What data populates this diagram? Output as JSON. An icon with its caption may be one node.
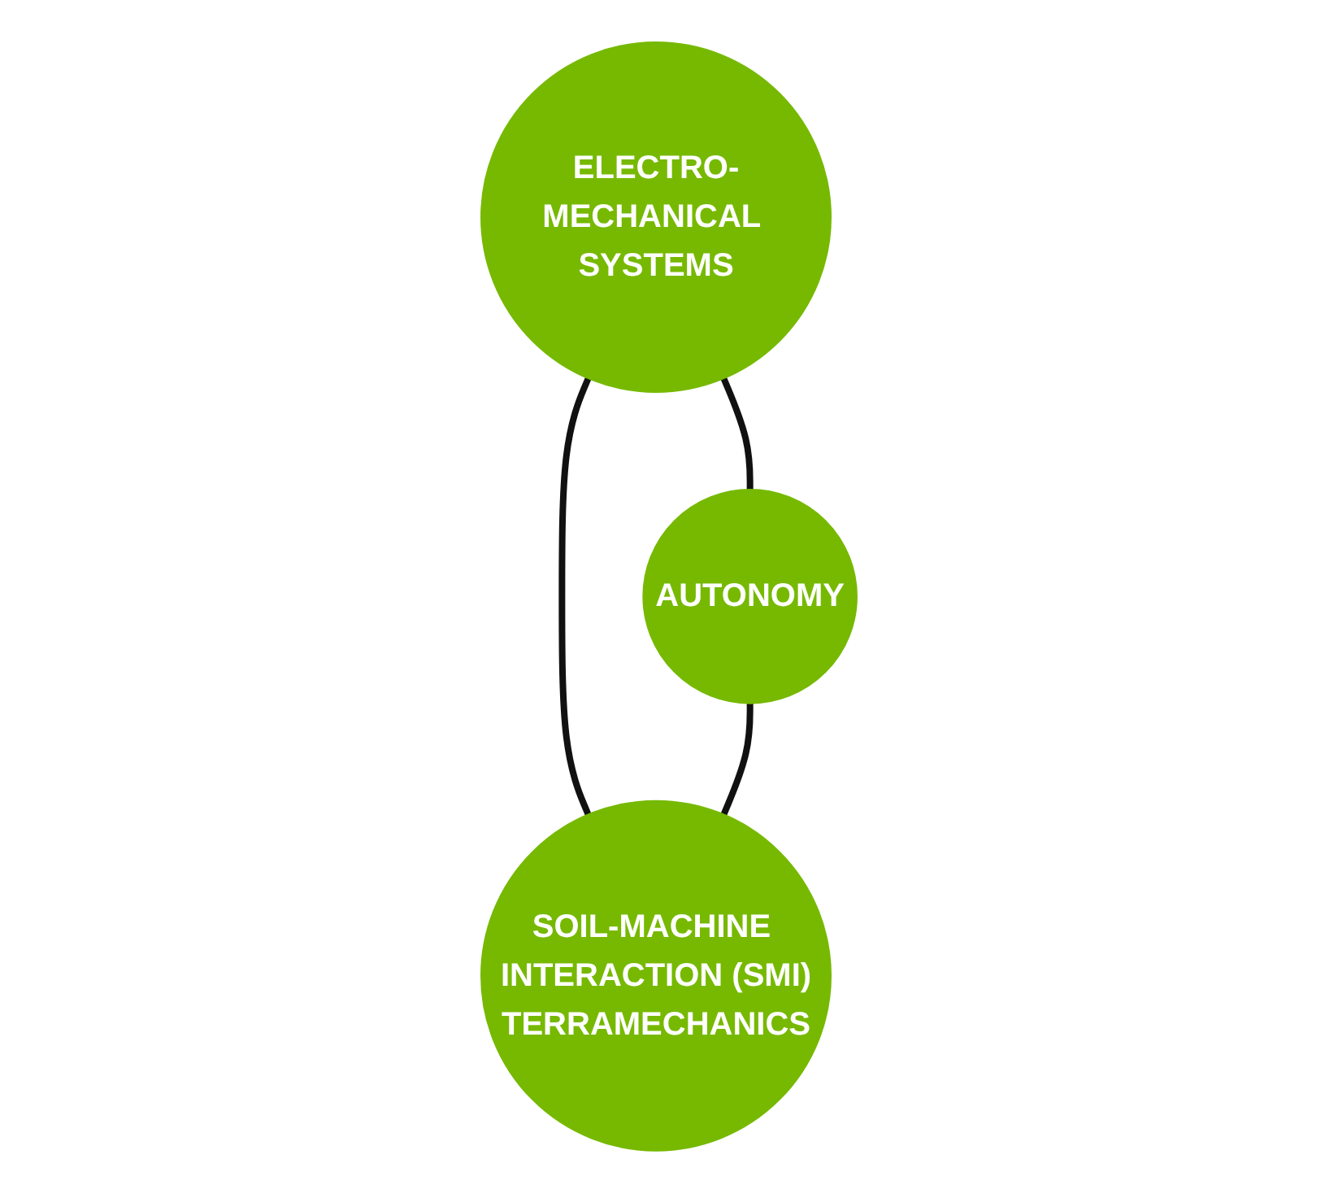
{
  "diagram": {
    "nodes": [
      {
        "text": [
          "ELECTRO-MECHANICAL SYSTEMS"
        ]
      },
      {
        "text": [
          "AUTONOMY"
        ]
      },
      {
        "text": [
          "SOIL-MACHINE INTERACTION (SMI)",
          "TERRAMECHANICS"
        ]
      }
    ],
    "edges": [
      {
        "from": 0,
        "to": 1,
        "arrow": "none"
      },
      {
        "from": 0,
        "to": 2,
        "arrow": "none"
      },
      {
        "from": 1,
        "to": 2,
        "arrow": "none"
      }
    ]
  }
}
